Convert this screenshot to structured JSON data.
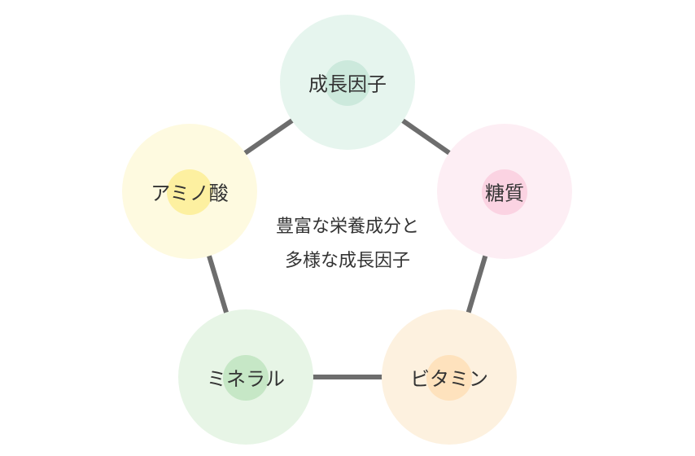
{
  "center_text": {
    "line1": "豊富な栄養成分と",
    "line2": "多様な成長因子"
  },
  "nodes": [
    {
      "label": "成長因子",
      "outer": "#e6f5ee",
      "inner": "#cce9dc"
    },
    {
      "label": "糖質",
      "outer": "#fdeef4",
      "inner": "#fbd3e2"
    },
    {
      "label": "ビタミン",
      "outer": "#fdf1df",
      "inner": "#fee2bd"
    },
    {
      "label": "ミネラル",
      "outer": "#e7f5e6",
      "inner": "#c6e7c6"
    },
    {
      "label": "アミノ酸",
      "outer": "#fefae0",
      "inner": "#fdf0a0"
    }
  ],
  "line_color": "#6d6d6d"
}
